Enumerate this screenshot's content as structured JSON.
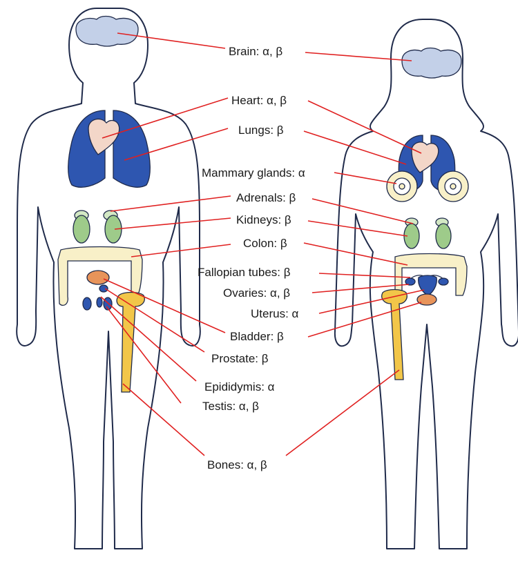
{
  "labels": {
    "brain": "Brain: α, β",
    "heart": "Heart: α, β",
    "lungs": "Lungs: β",
    "mammary": "Mammary glands: α",
    "adrenals": "Adrenals: β",
    "kidneys": "Kidneys: β",
    "colon": "Colon: β",
    "fallopian": "Fallopian tubes: β",
    "ovaries": "Ovaries: α, β",
    "uterus": "Uterus: α",
    "bladder": "Bladder: β",
    "prostate": "Prostate: β",
    "epididymis": "Epididymis: α",
    "testis": "Testis: α, β",
    "bones": "Bones: α, β"
  },
  "colors": {
    "outline": "#1f2a4a",
    "leader": "#e02020",
    "brain": "#c3d0e8",
    "lungs": "#2e56b0",
    "heart": "#f3d6c8",
    "kidney": "#9ecb8a",
    "adrenal": "#d3e8c4",
    "colon": "#f8f0c8",
    "bone": "#f2c649",
    "bladder": "#e8945a",
    "reproductive": "#2e56b0",
    "mammary": "#f8f0c8"
  }
}
